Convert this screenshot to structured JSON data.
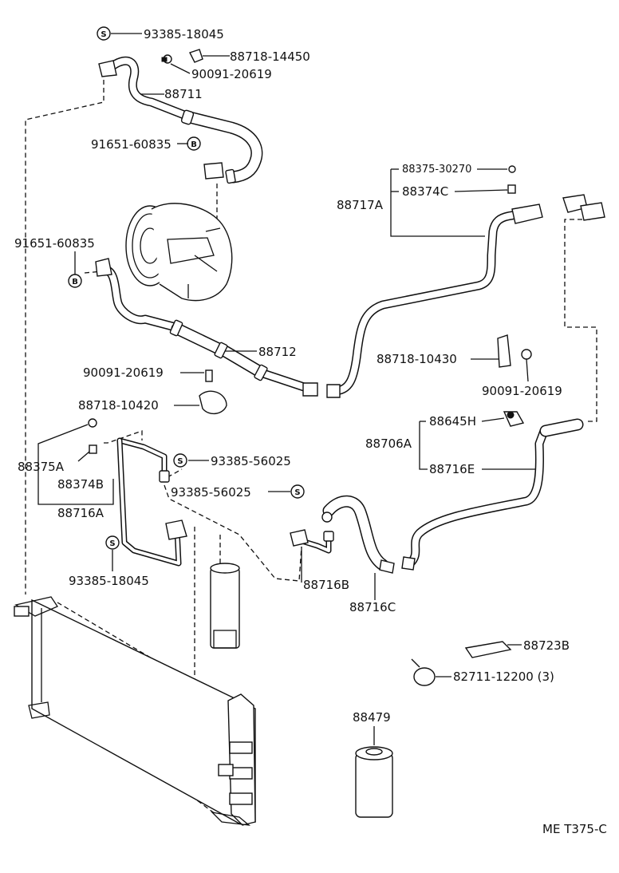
{
  "diagram": {
    "labels": {
      "p93385_18045_top": "93385-18045",
      "p88718_14450": "88718-14450",
      "p90091_20619_top": "90091-20619",
      "p88711": "88711",
      "p91651_60835_top": "91651-60835",
      "p91651_60835_left": "91651-60835",
      "p88375_30270": "88375-30270",
      "p88374C": "88374C",
      "p88717A": "88717A",
      "p88712": "88712",
      "p90091_20619_mid": "90091-20619",
      "p88718_10420": "88718-10420",
      "p88718_10430": "88718-10430",
      "p90091_20619_right": "90091-20619",
      "p88645H": "88645H",
      "p88706A": "88706A",
      "p88716E": "88716E",
      "p88375A": "88375A",
      "p88374B": "88374B",
      "p88716A": "88716A",
      "p93385_56025_a": "93385-56025",
      "p93385_56025_b": "93385-56025",
      "p93385_18045_bottom": "93385-18045",
      "p88716B": "88716B",
      "p88716C": "88716C",
      "p88723B": "88723B",
      "p82711_12200": "82711-12200 (3)",
      "p88479": "88479",
      "drawing_code": "ME T375-C"
    },
    "badges": {
      "s": "S",
      "b": "B"
    }
  }
}
